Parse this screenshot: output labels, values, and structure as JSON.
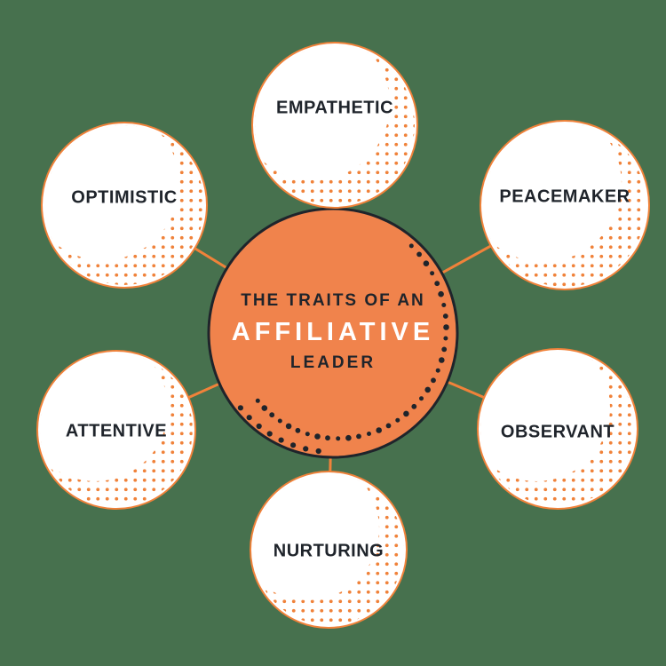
{
  "diagram_title": {
    "line1": "THE TRAITS OF AN",
    "line2": "AFFILIATIVE",
    "line3": "LEADER"
  },
  "traits": [
    {
      "id": "empathetic",
      "label": "EMPATHETIC",
      "position": "top"
    },
    {
      "id": "peacemaker",
      "label": "PEACEMAKER",
      "position": "top-right"
    },
    {
      "id": "observant",
      "label": "OBSERVANT",
      "position": "bottom-right"
    },
    {
      "id": "nurturing",
      "label": "NURTURING",
      "position": "bottom"
    },
    {
      "id": "attentive",
      "label": "ATTENTIVE",
      "position": "bottom-left"
    },
    {
      "id": "optimistic",
      "label": "OPTIMISTIC",
      "position": "top-left"
    }
  ],
  "colors": {
    "background": "#47714E",
    "orange": "#F0834C",
    "accent": "#F0823A",
    "dark": "#1F242B",
    "white": "#FFFFFF"
  }
}
